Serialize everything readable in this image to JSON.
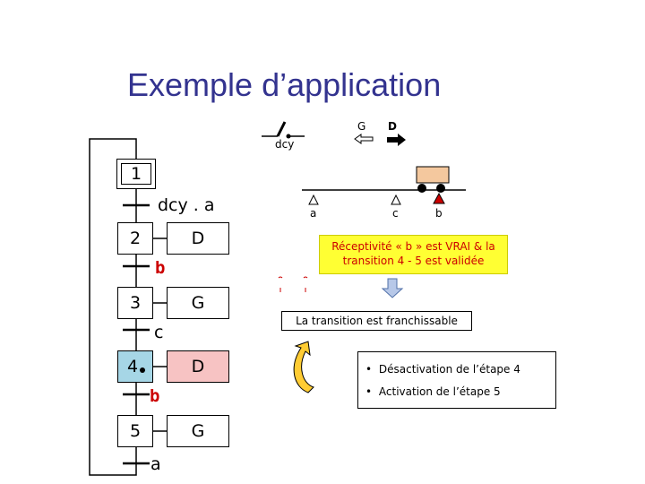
{
  "title": "Exemple d’application",
  "grafcet": {
    "steps": [
      {
        "num": "1",
        "action": ""
      },
      {
        "num": "2",
        "action": "D"
      },
      {
        "num": "3",
        "action": "G"
      },
      {
        "num": "4",
        "action": "D"
      },
      {
        "num": "5",
        "action": "G"
      }
    ],
    "transitions": [
      "dcy . a",
      "b",
      "c",
      "b",
      "a"
    ]
  },
  "system": {
    "g_label": "G",
    "d_label": "D",
    "dcy_label": "dcy",
    "sensors": [
      "a",
      "c",
      "b"
    ]
  },
  "receptivity_note": "Réceptivité « b » est VRAI & la transition 4 - 5 est validée",
  "franchissable": "La transition est franchissable",
  "consequences": [
    "Désactivation de l’étape 4",
    "Activation de l’étape 5"
  ],
  "colors": {
    "title": "#33338f",
    "active_step": "#a6d6e6",
    "active_action": "#f7c3c3",
    "note_bg": "#ffff33",
    "note_text": "#cc0000",
    "cart": "#f4c89e",
    "sensor_b": "#cc0000",
    "arrow_down": "#b7c8e8"
  }
}
